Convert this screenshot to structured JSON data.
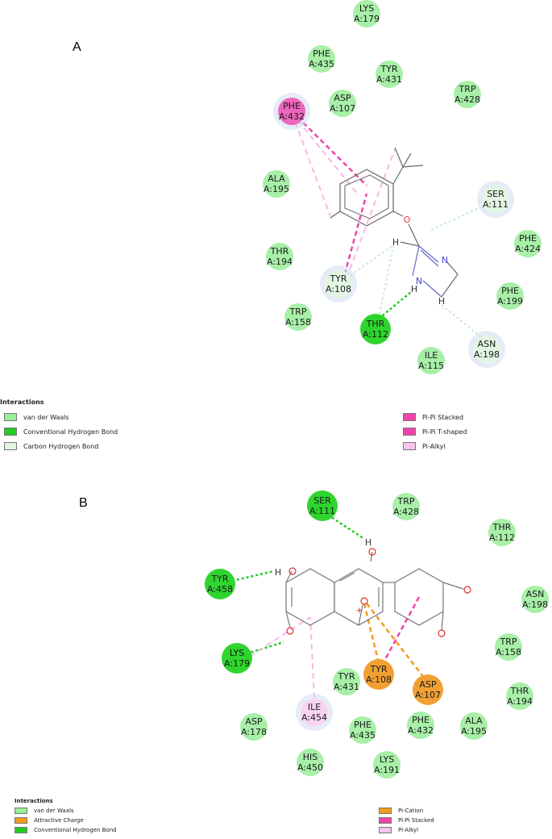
{
  "panel_a": {
    "label": "A",
    "residues": [
      {
        "name": "LYS",
        "id": "A:179",
        "kind": "vdw"
      },
      {
        "name": "PHE",
        "id": "A:435",
        "kind": "vdw"
      },
      {
        "name": "TYR",
        "id": "A:431",
        "kind": "vdw"
      },
      {
        "name": "TRP",
        "id": "A:428",
        "kind": "vdw"
      },
      {
        "name": "PHE",
        "id": "A:432",
        "kind": "pipi"
      },
      {
        "name": "ASP",
        "id": "A:107",
        "kind": "vdw"
      },
      {
        "name": "ALA",
        "id": "A:195",
        "kind": "vdw"
      },
      {
        "name": "SER",
        "id": "A:111",
        "kind": "chb"
      },
      {
        "name": "PHE",
        "id": "A:424",
        "kind": "vdw"
      },
      {
        "name": "THR",
        "id": "A:194",
        "kind": "vdw"
      },
      {
        "name": "TYR",
        "id": "A:108",
        "kind": "chb"
      },
      {
        "name": "PHE",
        "id": "A:199",
        "kind": "vdw"
      },
      {
        "name": "TRP",
        "id": "A:158",
        "kind": "vdw"
      },
      {
        "name": "THR",
        "id": "A:112",
        "kind": "hbond"
      },
      {
        "name": "ASN",
        "id": "A:198",
        "kind": "chb"
      },
      {
        "name": "ILE",
        "id": "A:115",
        "kind": "vdw"
      }
    ],
    "atoms": {
      "o": "O",
      "n": "N",
      "h": "H"
    },
    "legend": {
      "title": "Interactions",
      "left": [
        {
          "label": "van der Waals",
          "color": "#99ee99"
        },
        {
          "label": "Conventional Hydrogen Bond",
          "color": "#22cc22"
        },
        {
          "label": "Carbon Hydrogen Bond",
          "color": "#dff5df"
        }
      ],
      "right": [
        {
          "label": "Pi-Pi Stacked",
          "color": "#ee44aa"
        },
        {
          "label": "Pi-Pi T-shaped",
          "color": "#ee44aa"
        },
        {
          "label": "Pi-Alkyl",
          "color": "#f7c6ee"
        }
      ]
    }
  },
  "panel_b": {
    "label": "B",
    "residues": [
      {
        "name": "SER",
        "id": "A:111",
        "kind": "hbond"
      },
      {
        "name": "TRP",
        "id": "A:428",
        "kind": "vdw"
      },
      {
        "name": "THR",
        "id": "A:112",
        "kind": "vdw"
      },
      {
        "name": "TYR",
        "id": "A:458",
        "kind": "hbond"
      },
      {
        "name": "ASN",
        "id": "A:198",
        "kind": "vdw"
      },
      {
        "name": "TRP",
        "id": "A:158",
        "kind": "vdw"
      },
      {
        "name": "LYS",
        "id": "A:179",
        "kind": "hbond"
      },
      {
        "name": "TYR",
        "id": "A:431",
        "kind": "vdw"
      },
      {
        "name": "TYR",
        "id": "A:108",
        "kind": "charge"
      },
      {
        "name": "ASP",
        "id": "A:107",
        "kind": "charge"
      },
      {
        "name": "THR",
        "id": "A:194",
        "kind": "vdw"
      },
      {
        "name": "ILE",
        "id": "A:454",
        "kind": "pialkyl"
      },
      {
        "name": "ASP",
        "id": "A:178",
        "kind": "vdw"
      },
      {
        "name": "PHE",
        "id": "A:435",
        "kind": "vdw"
      },
      {
        "name": "PHE",
        "id": "A:432",
        "kind": "vdw"
      },
      {
        "name": "ALA",
        "id": "A:195",
        "kind": "vdw"
      },
      {
        "name": "HIS",
        "id": "A:450",
        "kind": "vdw"
      },
      {
        "name": "LYS",
        "id": "A:191",
        "kind": "vdw"
      }
    ],
    "atoms": {
      "o": "O",
      "h": "H",
      "plus": "+"
    },
    "legend": {
      "title": "Interactions",
      "left": [
        {
          "label": "van der Waals",
          "color": "#99ee99"
        },
        {
          "label": "Attractive Charge",
          "color": "#f39a1e"
        },
        {
          "label": "Conventional Hydrogen Bond",
          "color": "#22cc22"
        }
      ],
      "right": [
        {
          "label": "Pi-Cation",
          "color": "#f39a1e"
        },
        {
          "label": "Pi-Pi Stacked",
          "color": "#ee44aa"
        },
        {
          "label": "Pi-Alkyl",
          "color": "#f7c6ee"
        }
      ]
    }
  },
  "colors": {
    "vdw": "#a8efa8",
    "hbond": "#2ed52e",
    "chb": "#e3f6e3",
    "pipi": "#ee66bb",
    "charge": "#f2a033",
    "pialkyl": "#f9d4f2"
  }
}
